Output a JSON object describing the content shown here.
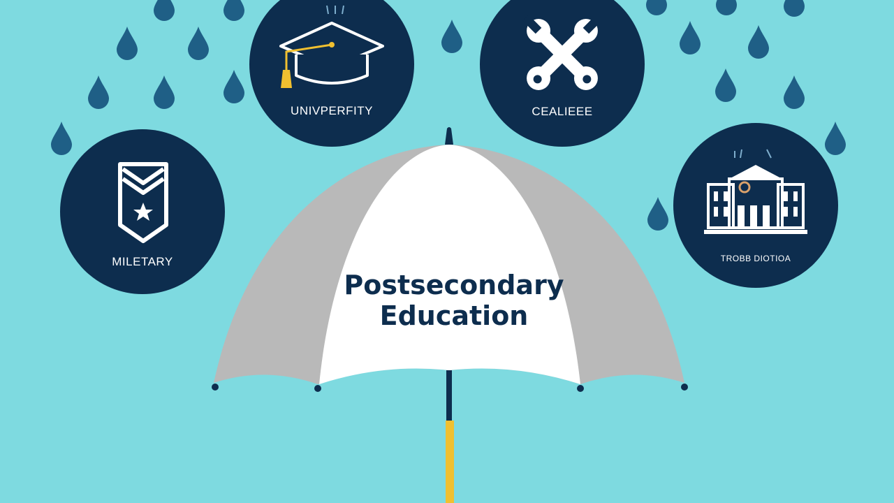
{
  "colors": {
    "background": "#7edae0",
    "navy": "#0d2d4e",
    "drop": "#1f5f86",
    "canopy_light": "#ffffff",
    "canopy_gray": "#b9b9b9",
    "handle": "#f0c030",
    "cap_tassel": "#f0c030"
  },
  "title": {
    "line1": "Postsecondary",
    "line2": "Education"
  },
  "options": [
    {
      "label": "MILETARY",
      "icon": "military-chevron-shield-icon"
    },
    {
      "label": "UNIVPERFITY",
      "icon": "graduation-cap-icon"
    },
    {
      "label": "CEALIEEE",
      "icon": "crossed-wrench-icon"
    },
    {
      "label": "TROBB DIOTIOA",
      "icon": "school-building-icon"
    }
  ]
}
